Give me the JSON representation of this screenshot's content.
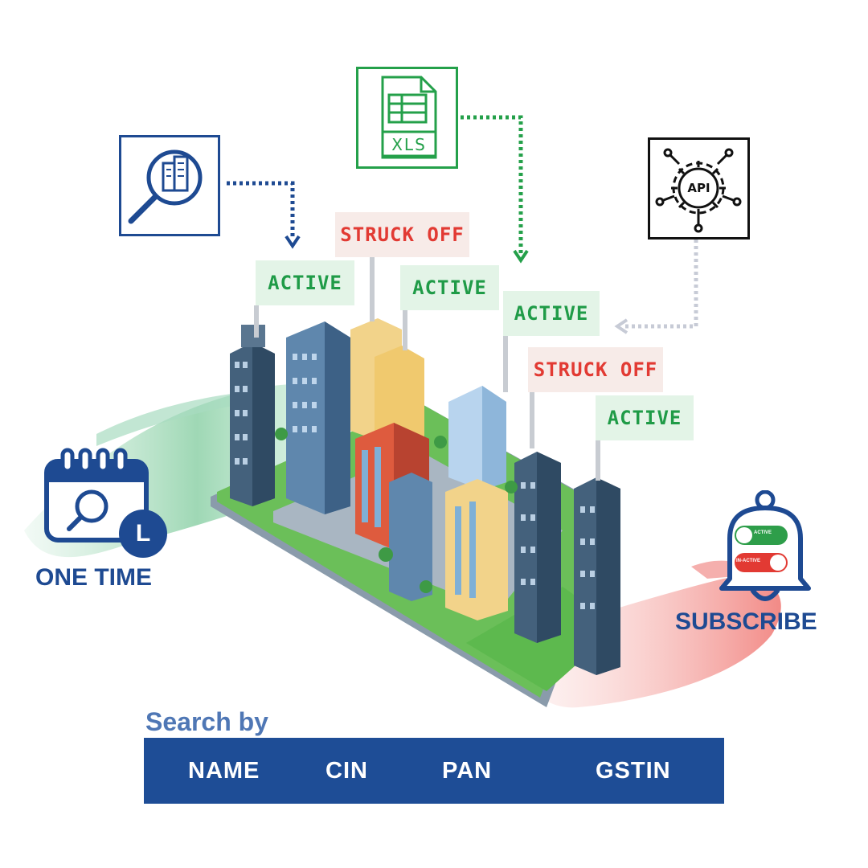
{
  "sources": {
    "xls_label": "XLS",
    "api_label": "API"
  },
  "status_tags": [
    {
      "text": "ACTIVE"
    },
    {
      "text": "STRUCK OFF"
    },
    {
      "text": "ACTIVE"
    },
    {
      "text": "ACTIVE"
    },
    {
      "text": "STRUCK OFF"
    },
    {
      "text": "ACTIVE"
    }
  ],
  "one_time": {
    "label": "ONE TIME",
    "badge": "L"
  },
  "subscribe": {
    "label": "SUBSCRIBE",
    "toggle_active": "ACTIVE",
    "toggle_inactive": "IN-ACTIVE"
  },
  "search": {
    "title": "Search by",
    "options": [
      "NAME",
      "CIN",
      "PAN",
      "GSTIN"
    ]
  },
  "colors": {
    "navy": "#1e4a92",
    "green": "#1f9b47",
    "red": "#e23a33",
    "search_bar": "#1e4d96"
  }
}
